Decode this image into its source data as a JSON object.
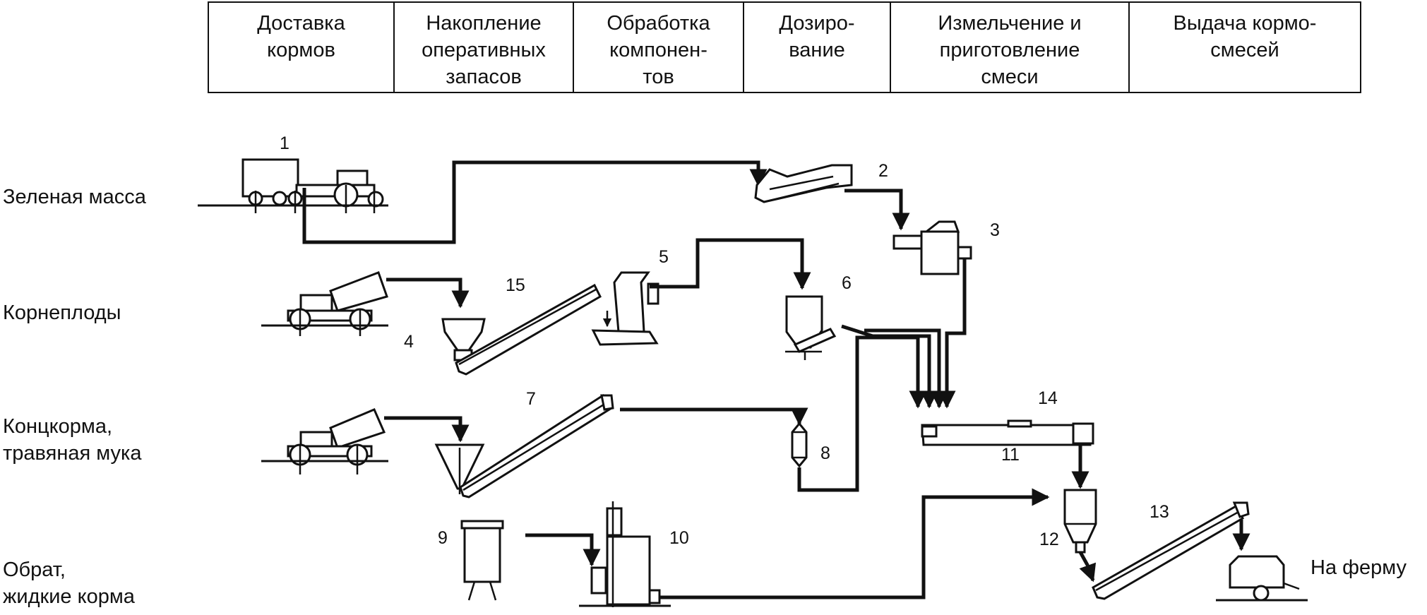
{
  "stages": [
    "Доставка\nкормов",
    "Накопление\nоперативных\nзапасов",
    "Обработка\nкомпонен-\nтов",
    "Дозиро-\nвание",
    "Измельчение и\nприготовление\nсмеси",
    "Выдача кормо-\nсмесей"
  ],
  "rows": {
    "green": "Зеленая масса",
    "roots": "Корнеплоды",
    "concentrates": "Концкорма,\nтравяная мука",
    "liquid": "Обрат,\nжидкие корма"
  },
  "destination": "На ферму",
  "equipment_numbers": [
    "1",
    "2",
    "3",
    "4",
    "5",
    "6",
    "7",
    "8",
    "9",
    "10",
    "11",
    "12",
    "13",
    "14",
    "15"
  ]
}
